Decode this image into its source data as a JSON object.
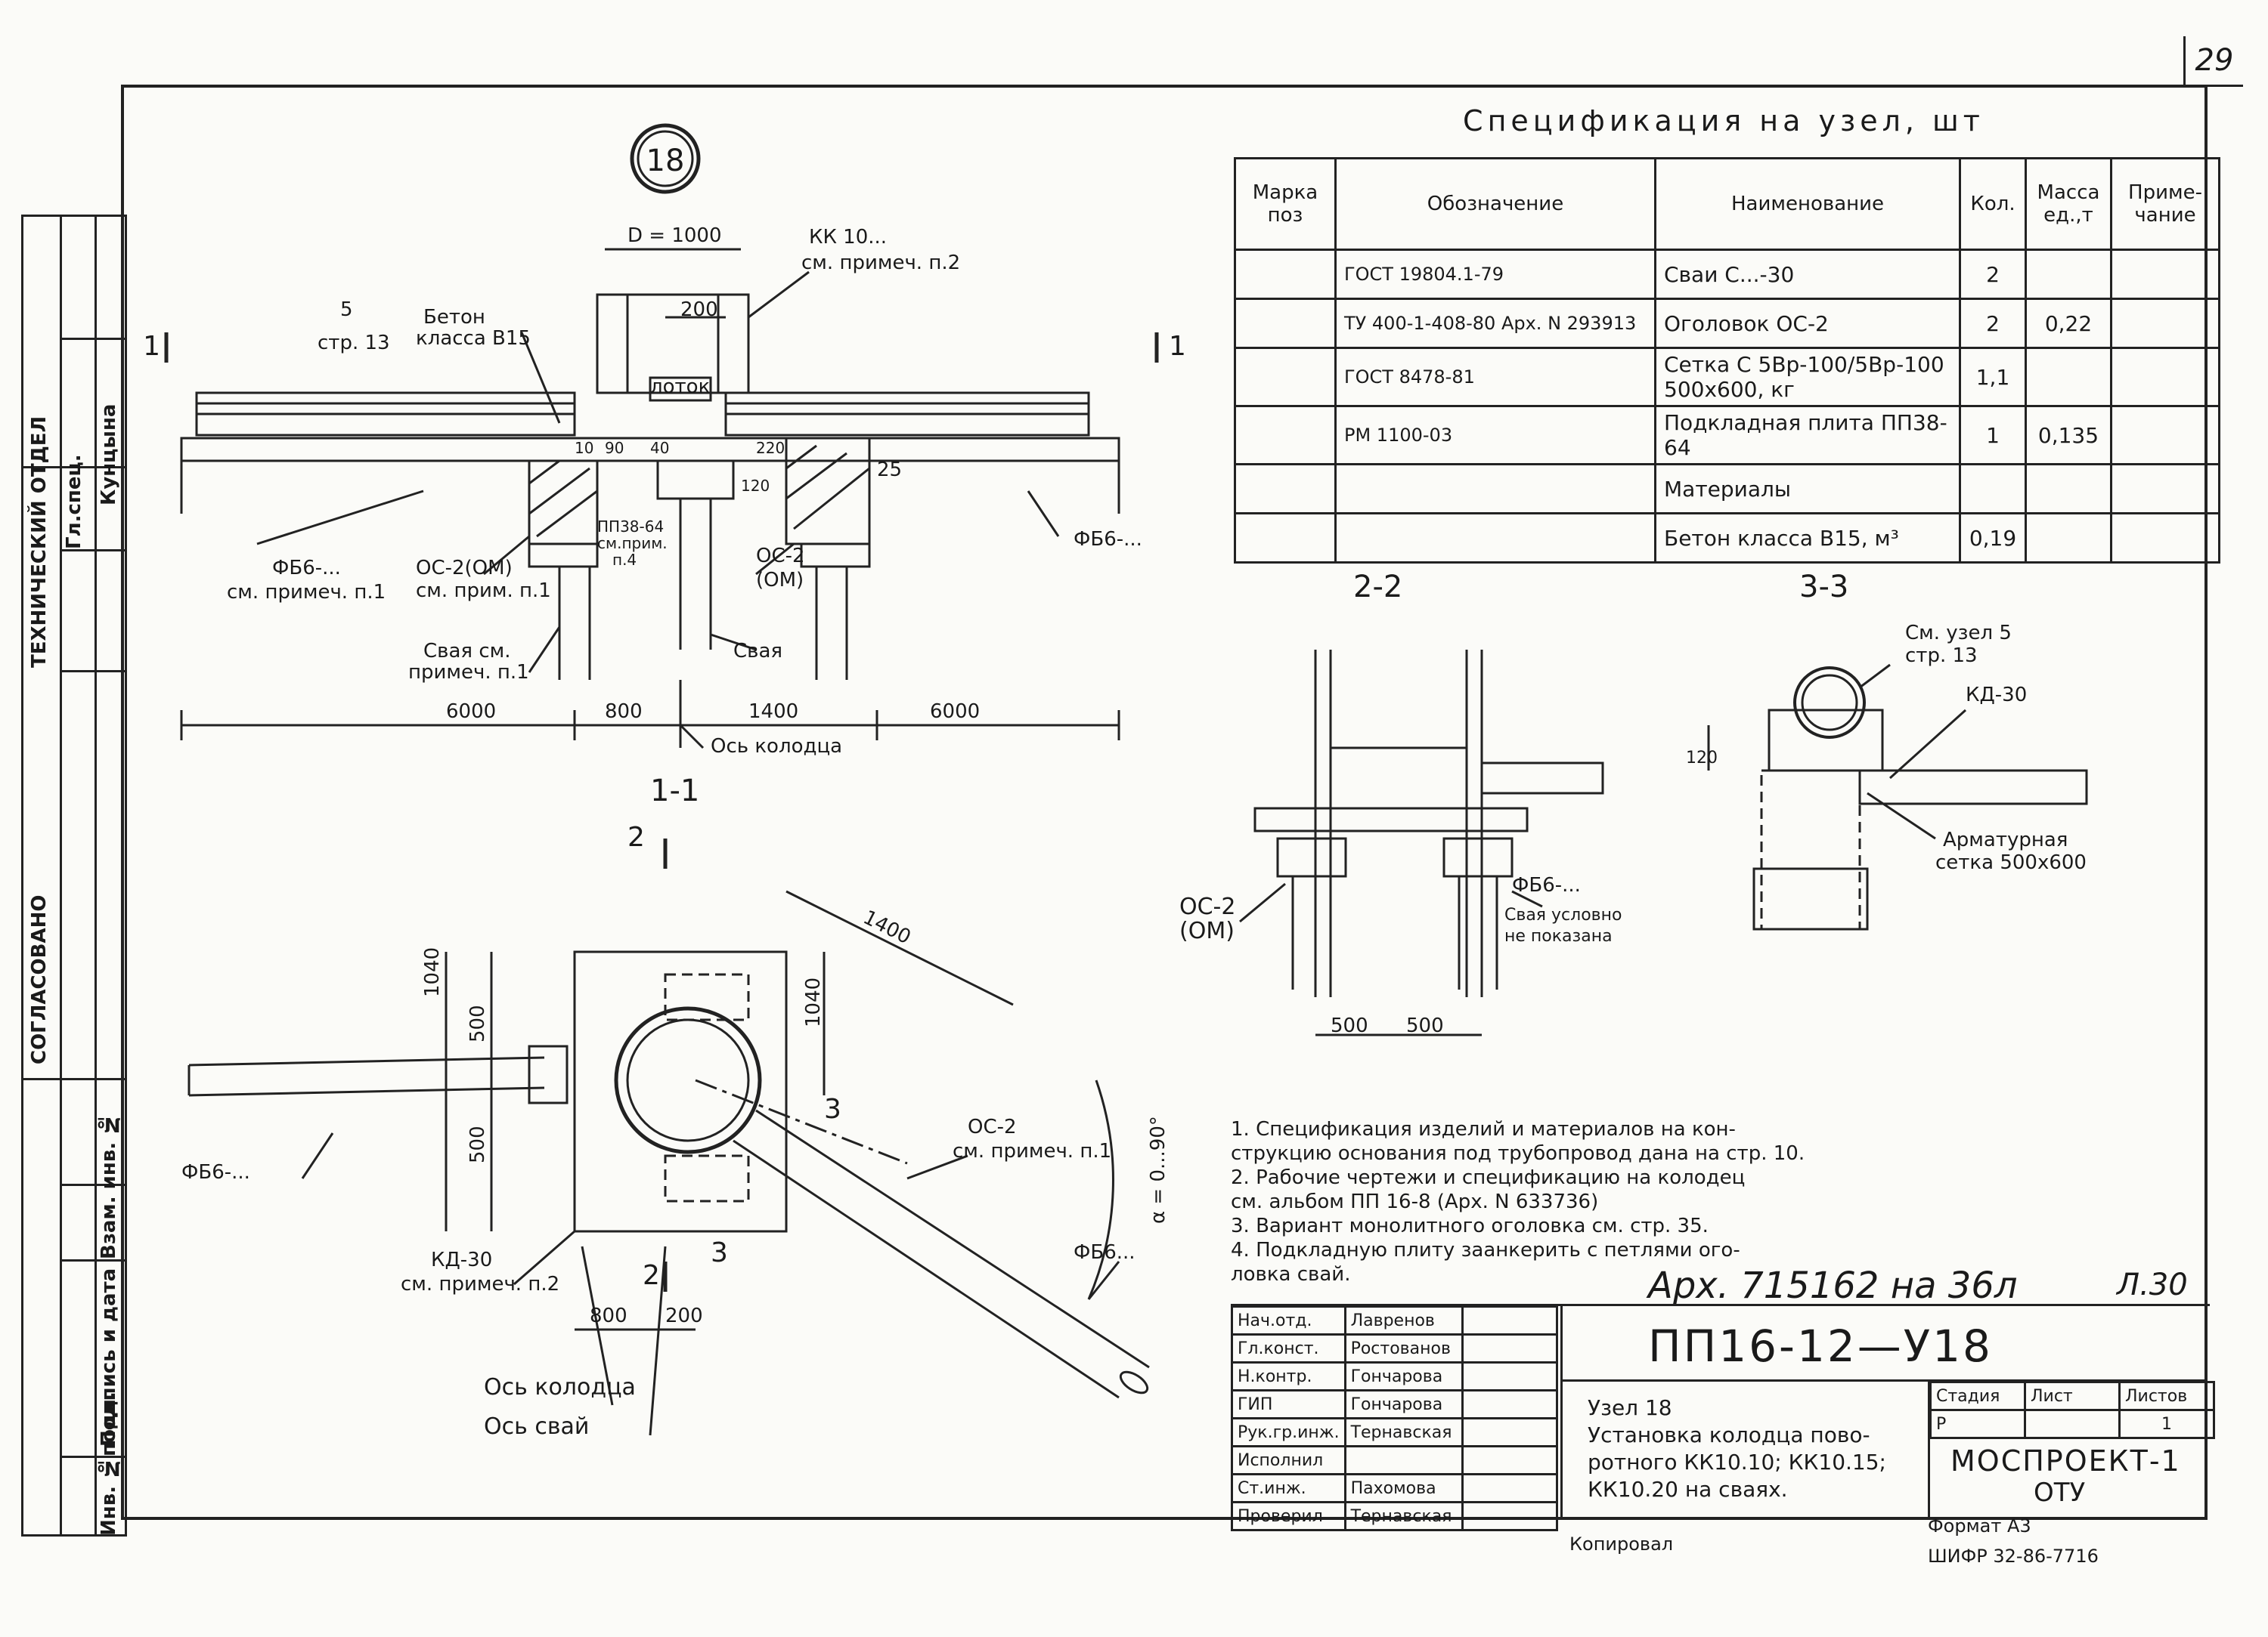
{
  "page_number": "29",
  "side_strip": {
    "department": "ТЕХНИЧЕСКИЙ ОТДЕЛ",
    "role": "Гл.спец.",
    "person": "Кунцына",
    "agreed": "СОГЛАСОВАНО",
    "inv_orig": "Инв. №подл.",
    "sign_date": "Подпись и дата",
    "swap_inv": "Взам. инв. №"
  },
  "node_number": "18",
  "spec": {
    "title": "Спецификация на узел, шт",
    "headers": [
      "Марка поз",
      "Обозначение",
      "Наименование",
      "Кол.",
      "Масса ед.,т",
      "Приме- чание"
    ],
    "rows": [
      {
        "pos": "",
        "designation": "ГОСТ 19804.1-79",
        "name": "Сваи С...-30",
        "qty": "2",
        "mass": "",
        "note": ""
      },
      {
        "pos": "",
        "designation": "ТУ 400-1-408-80 Арх. N 293913",
        "name": "Оголовок ОС-2",
        "qty": "2",
        "mass": "0,22",
        "note": ""
      },
      {
        "pos": "",
        "designation": "ГОСТ 8478-81",
        "name": "Сетка С 5Вр-100/5Вр-100 500х600, кг",
        "qty": "1,1",
        "mass": "",
        "note": ""
      },
      {
        "pos": "",
        "designation": "РМ 1100-03",
        "name": "Подкладная плита ПП38-64",
        "qty": "1",
        "mass": "0,135",
        "note": ""
      },
      {
        "pos": "",
        "designation": "",
        "name": "Материалы",
        "qty": "",
        "mass": "",
        "note": ""
      },
      {
        "pos": "",
        "designation": "",
        "name": "Бетон класса В15, м³",
        "qty": "0,19",
        "mass": "",
        "note": ""
      }
    ]
  },
  "labels": {
    "d1000": "D = 1000",
    "kk10": "КК 10...",
    "see_note2": "см. примеч. п.2",
    "concrete": "Бетон",
    "concrete_class": "класса В15",
    "five": "5",
    "str13": "стр. 13",
    "d200": "200",
    "tray": "лоток",
    "d10": "10",
    "d90": "90",
    "d120": "120",
    "d40": "40",
    "d220": "220",
    "d25": "25",
    "pp38": "ПП38-64",
    "see_note4a": "см.прим.",
    "see_note4b": "п.4",
    "os2": "ОС-2",
    "om": "(ОМ)",
    "os2om": "ОС-2(ОМ)",
    "see_note1": "см. прим. п.1",
    "fb6": "ФБ6-...",
    "fb6_note": "см. примеч. п.1",
    "pile_see": "Свая см.",
    "pile_note": "примеч. п.1",
    "pile": "Свая",
    "d6000a": "6000",
    "d800": "800",
    "d1400": "1400",
    "d6000b": "6000",
    "well_axis": "Ось колодца",
    "sec11": "1-1",
    "cut1a": "1",
    "cut1b": "1",
    "cut2": "2",
    "cut2b": "2",
    "cut3": "3",
    "cut3b": "3",
    "sec22": "2-2",
    "sec33": "3-3",
    "node5": "См. узел 5",
    "node5_page": "стр. 13",
    "kd30": "КД-30",
    "d120b": "120",
    "mesh": "Арматурная",
    "mesh2": "сетка 500х600",
    "os2b": "ОС-2",
    "omb": "(ОМ)",
    "fb6b": "ФБ6-...",
    "pile_hidden": "Свая условно",
    "pile_hidden2": "не показана",
    "d500a": "500",
    "d500b": "500",
    "d1040a": "1040",
    "d500c": "500",
    "d500d": "500",
    "d1040b": "1040",
    "d1400b": "1400",
    "os2c": "ОС-2",
    "os2c_note": "см. примеч. п.1",
    "fb6c": "ФБ6-...",
    "fb6d": "ФБ6...",
    "angle": "α = 0...90°",
    "kd30b": "КД-30",
    "kd30b_note": "см. примеч. п.2",
    "d800b": "800",
    "d200b": "200",
    "well_axis2": "Ось колодца",
    "pile_axis": "Ось свай"
  },
  "notes": [
    "1. Спецификация изделий и материалов на кон-",
    "   струкцию основания под трубопровод дана на стр. 10.",
    "2. Рабочие чертежи и спецификацию на колодец",
    "   см. альбом ПП 16-8 (Арх. N 633736)",
    "3. Вариант монолитного оголовка см. стр. 35.",
    "4. Подкладную плиту заанкерить с петлями ого-",
    "   ловка свай."
  ],
  "archive": "Арх. 715162 на 36л",
  "sheet_ref": "Л.30",
  "title_block": {
    "people": [
      {
        "role": "Нач.отд.",
        "name": "Лавренов"
      },
      {
        "role": "Гл.конст.",
        "name": "Ростованов"
      },
      {
        "role": "Н.контр.",
        "name": "Гончарова"
      },
      {
        "role": "ГИП",
        "name": "Гончарова"
      },
      {
        "role": "Рук.гр.инж.",
        "name": "Тернавская"
      },
      {
        "role": "Исполнил",
        "name": ""
      },
      {
        "role": "Ст.инж.",
        "name": "Пахомова"
      },
      {
        "role": "Проверил",
        "name": "Тернавская"
      }
    ],
    "code": "ПП16-12—У18",
    "description": [
      "Узел 18",
      "Установка колодца пово-",
      "ротного КК10.10; КК10.15;",
      "КК10.20 на сваях."
    ],
    "stage_hdr": "Стадия",
    "sheet_hdr": "Лист",
    "sheets_hdr": "Листов",
    "stage": "Р",
    "sheets": "1",
    "org": "МОСПРОЕКТ-1",
    "org2": "ОТУ",
    "copied": "Копировал",
    "format": "Формат А3",
    "cipher": "ШИФР 32-86-7716"
  }
}
